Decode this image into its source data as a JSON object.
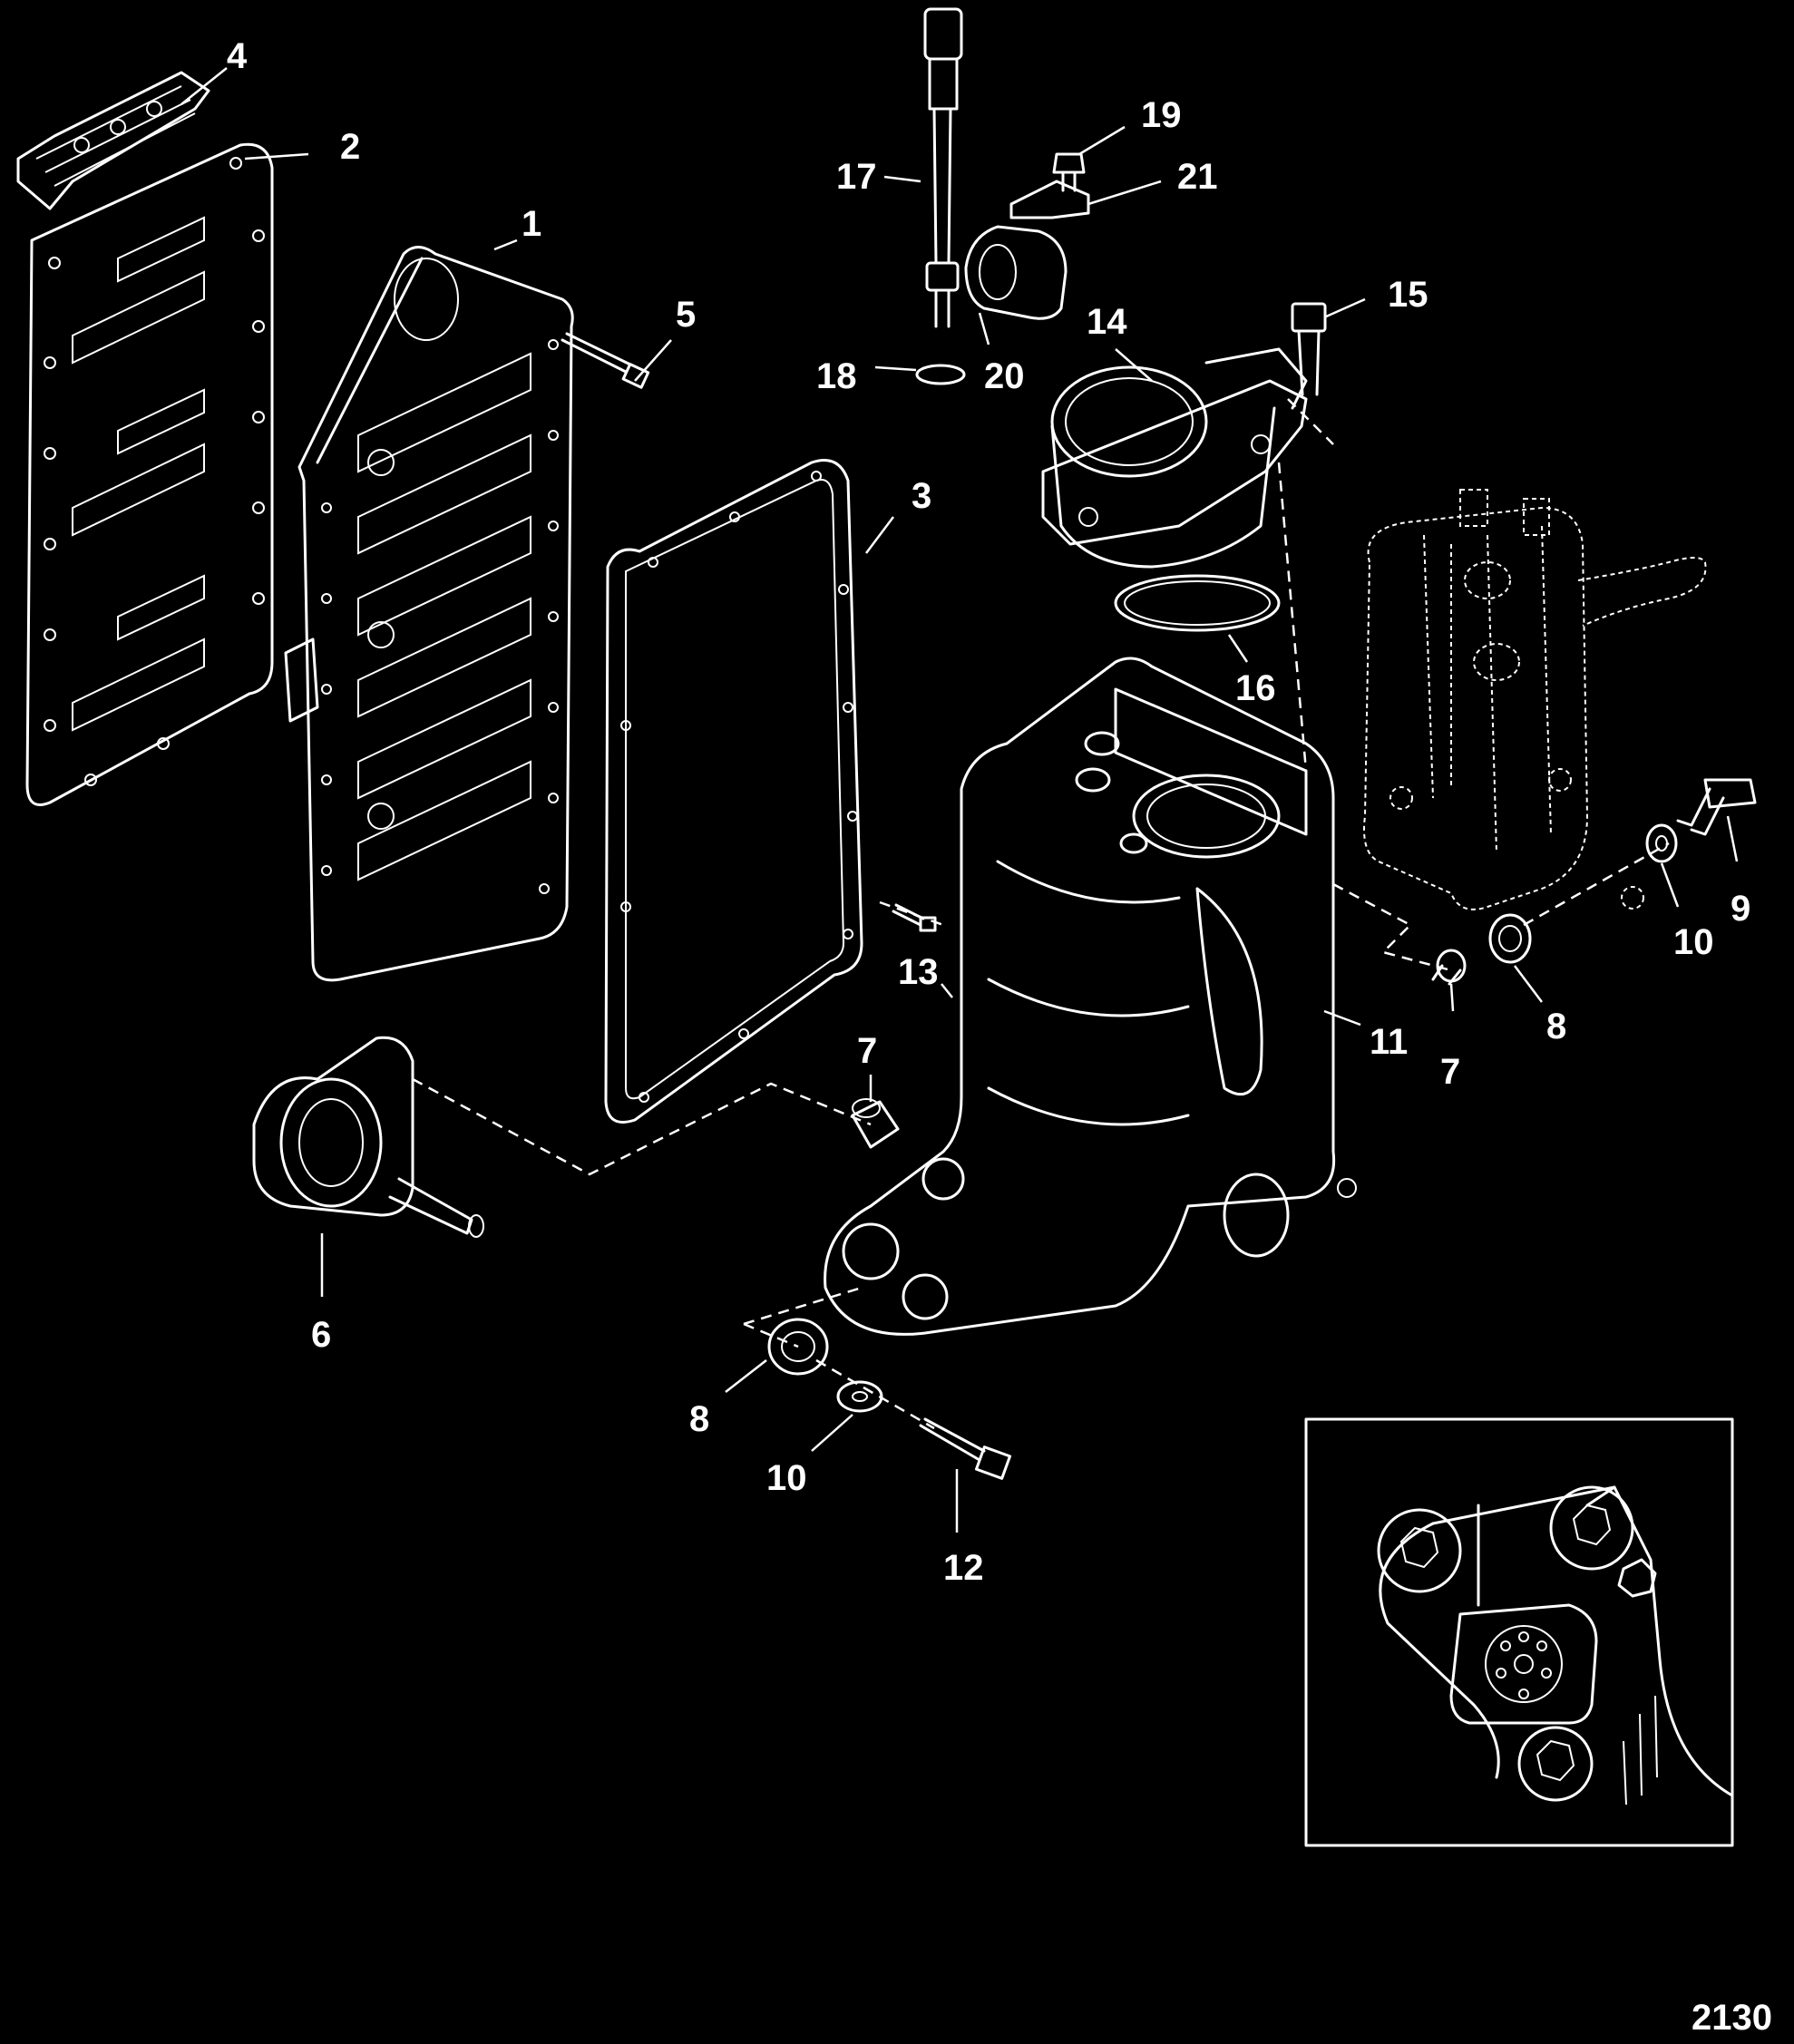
{
  "figure_number": "2130",
  "callouts": [
    {
      "id": "c1",
      "label": "1"
    },
    {
      "id": "c2",
      "label": "2"
    },
    {
      "id": "c3",
      "label": "3"
    },
    {
      "id": "c4",
      "label": "4"
    },
    {
      "id": "c5",
      "label": "5"
    },
    {
      "id": "c6",
      "label": "6"
    },
    {
      "id": "c7a",
      "label": "7"
    },
    {
      "id": "c7b",
      "label": "7"
    },
    {
      "id": "c8a",
      "label": "8"
    },
    {
      "id": "c8b",
      "label": "8"
    },
    {
      "id": "c9",
      "label": "9"
    },
    {
      "id": "c10a",
      "label": "10"
    },
    {
      "id": "c10b",
      "label": "10"
    },
    {
      "id": "c11",
      "label": "11"
    },
    {
      "id": "c12",
      "label": "12"
    },
    {
      "id": "c13",
      "label": "13"
    },
    {
      "id": "c14",
      "label": "14"
    },
    {
      "id": "c15",
      "label": "15"
    },
    {
      "id": "c16",
      "label": "16"
    },
    {
      "id": "c17",
      "label": "17"
    },
    {
      "id": "c18",
      "label": "18"
    },
    {
      "id": "c19",
      "label": "19"
    },
    {
      "id": "c20",
      "label": "20"
    },
    {
      "id": "c21",
      "label": "21"
    }
  ]
}
